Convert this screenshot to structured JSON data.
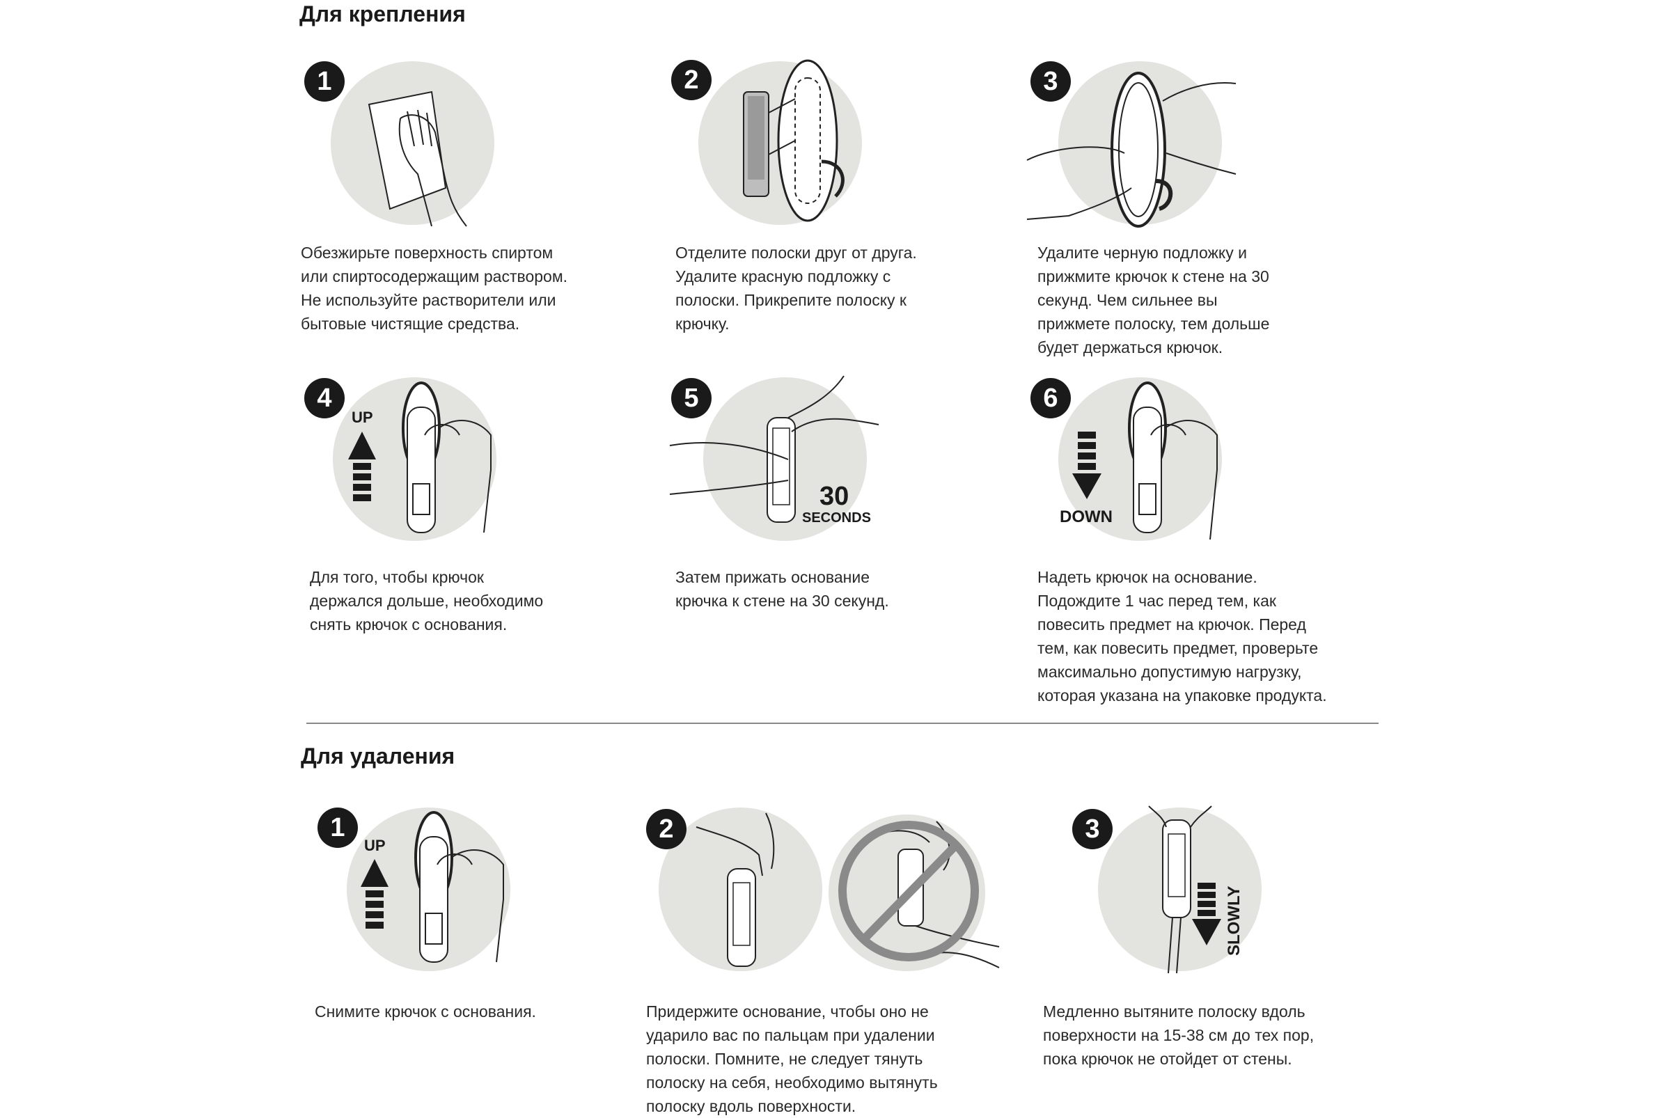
{
  "attach": {
    "title": "Для крепления",
    "steps": [
      {
        "num": "1",
        "caption": "Обезжирьте поверхность спиртом\nили спиртосодержащим раствором.\nНе используйте растворители или\nбытовые чистящие средства."
      },
      {
        "num": "2",
        "caption": "Отделите полоски друг от друга.\nУдалите красную подложку с\nполоски. Прикрепите полоску к\nкрючку."
      },
      {
        "num": "3",
        "caption": "Удалите черную подложку и\nприжмите крючок к стене на 30\nсекунд. Чем сильнее вы\nприжмете полоску, тем дольше\nбудет держаться крючок."
      },
      {
        "num": "4",
        "caption": "Для того, чтобы крючок\nдержался дольше, необходимо\nснять крючок с основания.",
        "label": "UP"
      },
      {
        "num": "5",
        "caption": "Затем прижать основание\nкрючка к стене на 30 секунд.",
        "label_num": "30",
        "label_text": "SECONDS"
      },
      {
        "num": "6",
        "caption": "Надеть крючок на основание.\nПодождите 1 час перед тем, как\nповесить предмет на крючок. Перед\nтем, как повесить предмет, проверьте\nмаксимально допустимую нагрузку,\nкоторая указана на упаковке продукта.",
        "label": "DOWN"
      }
    ]
  },
  "remove": {
    "title": "Для удаления",
    "steps": [
      {
        "num": "1",
        "caption": "Снимите крючок с основания.",
        "label": "UP"
      },
      {
        "num": "2",
        "caption": "Придержите основание, чтобы оно не\nударило вас по пальцам при удалении\nполоски. Помните, не следует тянуть\nполоску на себя, необходимо вытянуть\nполоску вдоль поверхности."
      },
      {
        "num": "3",
        "caption": "Медленно вытяните полоску вдоль\nповерхности на 15-38 см до тех пор,\nпока крючок не отойдет от стены.",
        "label": "SLOWLY"
      }
    ]
  },
  "colors": {
    "circle": "#e3e3df",
    "badge": "#1a1a1a",
    "prohibited": "#8a8a8a"
  }
}
